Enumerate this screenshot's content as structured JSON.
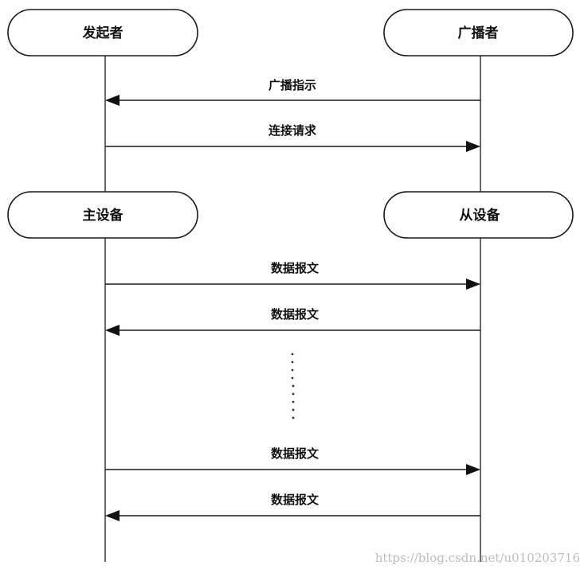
{
  "actors": {
    "initiator": "发起者",
    "advertiser": "广播者",
    "master": "主设备",
    "slave": "从设备"
  },
  "messages": [
    {
      "label": "广播指示",
      "direction": "to-left"
    },
    {
      "label": "连接请求",
      "direction": "to-right"
    },
    {
      "label": "数据报文",
      "direction": "to-right"
    },
    {
      "label": "数据报文",
      "direction": "to-left"
    },
    {
      "label": "数据报文",
      "direction": "to-right"
    },
    {
      "label": "数据报文",
      "direction": "to-left"
    }
  ],
  "continuation": "……",
  "watermark": "https://blog.csdn.net/u010203716"
}
